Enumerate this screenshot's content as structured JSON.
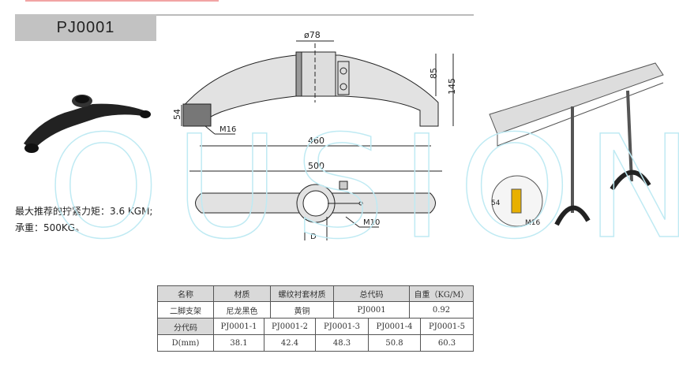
{
  "title": "PJ0001",
  "specs": {
    "torque": "最大推荐的拧紧力矩：3.6 KGM;",
    "load": "承重：500KG。"
  },
  "watermark": "OUSION",
  "drawing": {
    "dia": "ø78",
    "h85": "85",
    "h145": "145",
    "h54": "54",
    "m16": "M16",
    "w460": "460",
    "w500": "500",
    "m10": "M10",
    "d": "D"
  },
  "detail": {
    "h54": "54",
    "m16": "M16"
  },
  "table": {
    "header": [
      "名称",
      "材质",
      "螺纹衬套材质",
      "总代码",
      "自重（KG/M）"
    ],
    "row1": [
      "二脚支架",
      "尼龙黑色",
      "黄铜",
      "PJ0001",
      "0.92"
    ],
    "codes": [
      "分代码",
      "PJ0001-1",
      "PJ0001-2",
      "PJ0001-3",
      "PJ0001-4",
      "PJ0001-5"
    ],
    "dims": [
      "D(mm)",
      "38.1",
      "42.4",
      "48.3",
      "50.8",
      "60.3"
    ]
  }
}
